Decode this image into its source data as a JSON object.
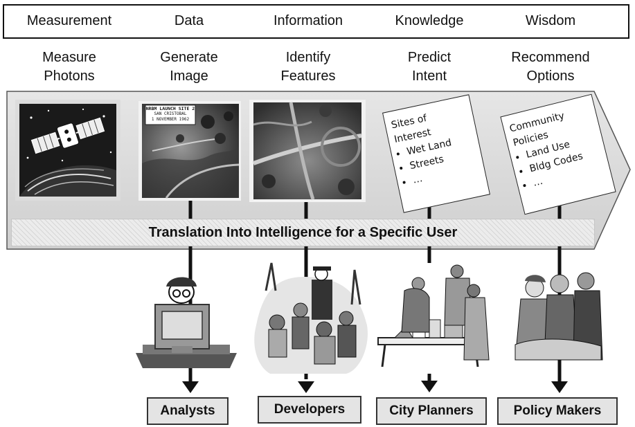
{
  "stages": [
    {
      "name": "Measurement",
      "sub1": "Measure",
      "sub2": "Photons"
    },
    {
      "name": "Data",
      "sub1": "Generate",
      "sub2": "Image"
    },
    {
      "name": "Information",
      "sub1": "Identify",
      "sub2": "Features"
    },
    {
      "name": "Knowledge",
      "sub1": "Predict",
      "sub2": "Intent"
    },
    {
      "name": "Wisdom",
      "sub1": "Recommend",
      "sub2": "Options"
    }
  ],
  "photo_sign": {
    "line1": "NRBM LAUNCH SITE 2",
    "line2": "SAN CRISTOBAL",
    "line3": "1 NOVEMBER 1962"
  },
  "knowledge_card": {
    "title1": "Sites of",
    "title2": "Interest",
    "items": [
      "Wet Land",
      "Streets",
      "…"
    ]
  },
  "wisdom_card": {
    "title1": "Community",
    "title2": "Policies",
    "items": [
      "Land Use",
      "Bldg Codes",
      "…"
    ]
  },
  "band_label": "Translation Into Intelligence for a Specific User",
  "users": [
    "Analysts",
    "Developers",
    "City Planners",
    "Policy Makers"
  ]
}
